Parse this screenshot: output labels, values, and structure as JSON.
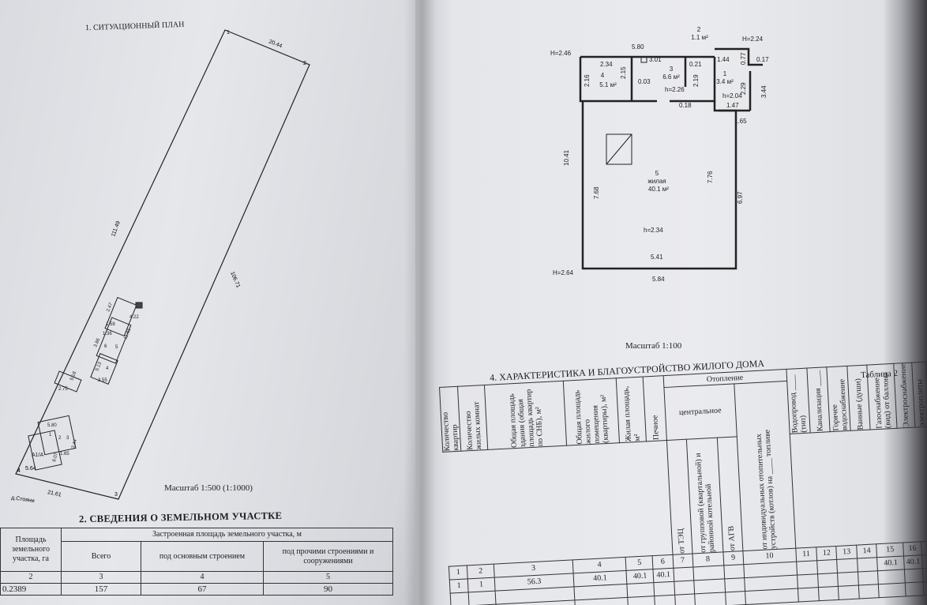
{
  "left_page": {
    "section1_title": "1. СИТУАЦИОННЫЙ ПЛАН",
    "site_plan": {
      "corner_labels": [
        "1",
        "2",
        "3",
        "4"
      ],
      "dims": {
        "top": "20.44",
        "right": "106.71",
        "left": "111.49",
        "bottom": "21.61",
        "left_short": "5.64"
      },
      "building_labels": [
        "2.47",
        "1.58",
        "4.22",
        "1.36",
        "6",
        "3.86",
        "5",
        "11.61",
        "5.13",
        "4",
        "3.55",
        "5.18",
        "2.75",
        "5.80",
        "1",
        "2",
        "3",
        "8.07",
        "3.44",
        "1.65",
        "А1/А"
      ],
      "street": "д.Стояни"
    },
    "scale": "Масштаб 1:500 (1:1000)",
    "section2_title": "2. СВЕДЕНИЯ О ЗЕМЕЛЬНОМ УЧАСТКЕ",
    "land_table": {
      "col_area": "Площадь земельного участка, га",
      "group_header": "Застроенная площадь земельного участка, м",
      "col_total": "Всего",
      "col_main": "под основным строением",
      "col_other": "под прочими строениями и сооружениями",
      "nums": [
        "2",
        "3",
        "4",
        "5"
      ],
      "values": [
        "0.2389",
        "157",
        "67",
        "90"
      ]
    }
  },
  "right_page": {
    "floor_plan": {
      "heights": {
        "nw": "H=2.46",
        "ne": "H=2.24",
        "sw": "H=2.64",
        "room3": "h=2.26",
        "room1": "h=2.04",
        "room5": "h=2.34"
      },
      "rooms": [
        {
          "num": "4",
          "area": "5.1 м²"
        },
        {
          "num": "3",
          "area": "6.6 м²"
        },
        {
          "num": "2",
          "area": "1.1 м²"
        },
        {
          "num": "1",
          "area": "3.4 м²"
        },
        {
          "num": "5",
          "name": "жилая",
          "area": "40.1 м²"
        }
      ],
      "dims": [
        "5.80",
        "2.34",
        "2.15",
        "3.01",
        "0.21",
        "1.44",
        "0.77",
        "0.17",
        "2.16",
        "0.03",
        "2.19",
        "2.29",
        "3.44",
        "1.47",
        "1.65",
        "0.18",
        "10.41",
        "7.68",
        "7.76",
        "6.97",
        "5.41",
        "5.84"
      ]
    },
    "scale": "Масштаб 1:100",
    "section4_title": "4. ХАРАКТЕРИСТИКА И БЛАГОУСТРОЙСТВО ЖИЛОГО ДОМА",
    "table_label": "Таблица 2",
    "char_table": {
      "heating_header": "Отопление",
      "central_header": "центральное",
      "headers": [
        "Количество квартир",
        "Количество жилых комнат",
        "Общая площадь здания (общая площадь квартир по СНБ), м²",
        "Общая площадь жилого помещения (квартиры), м²",
        "Жилая площадь, м²",
        "Печное",
        "от ТЭЦ",
        "от групповой (квартальной) и районной котельной",
        "от АГВ",
        "от индивидуальных отопительных устройств (котлов) на ____ топливе",
        "Водопровод ____ (тип)",
        "Канализация ____",
        "Горячее водоснабжение",
        "Ванные (души)",
        "Газоснабжение (вид) от баллона",
        "Электроснабжение",
        "электроплиты"
      ],
      "nums": [
        "1",
        "2",
        "3",
        "4",
        "5",
        "6",
        "7",
        "8",
        "9",
        "10",
        "11",
        "12",
        "13",
        "14",
        "15",
        "16"
      ],
      "row1": [
        "1",
        "1",
        "56.3",
        "40.1",
        "40.1",
        "40.1",
        "",
        "",
        "",
        "",
        "",
        "",
        "",
        "",
        "40.1",
        "40.1"
      ]
    }
  }
}
